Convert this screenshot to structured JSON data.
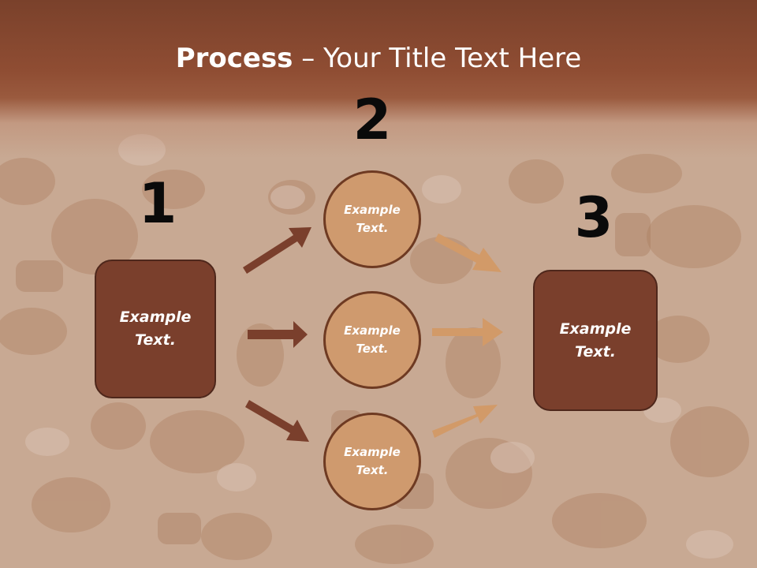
{
  "title": {
    "bold": "Process",
    "rest": " – Your Title Text Here"
  },
  "steps": {
    "one": "1",
    "two": "2",
    "three": "3"
  },
  "left_box": {
    "text": "Example Text."
  },
  "right_box": {
    "text": "Example Text."
  },
  "circles": [
    {
      "text": "Example Text."
    },
    {
      "text": "Example Text."
    },
    {
      "text": "Example Text."
    }
  ],
  "colors": {
    "header": "#8f4d33",
    "box_fill": "#7a3f2c",
    "circle_fill": "#cf9a6e",
    "dark_arrow": "#7a3f2c",
    "light_arrow": "#d29a68",
    "background": "#c9ac98"
  }
}
